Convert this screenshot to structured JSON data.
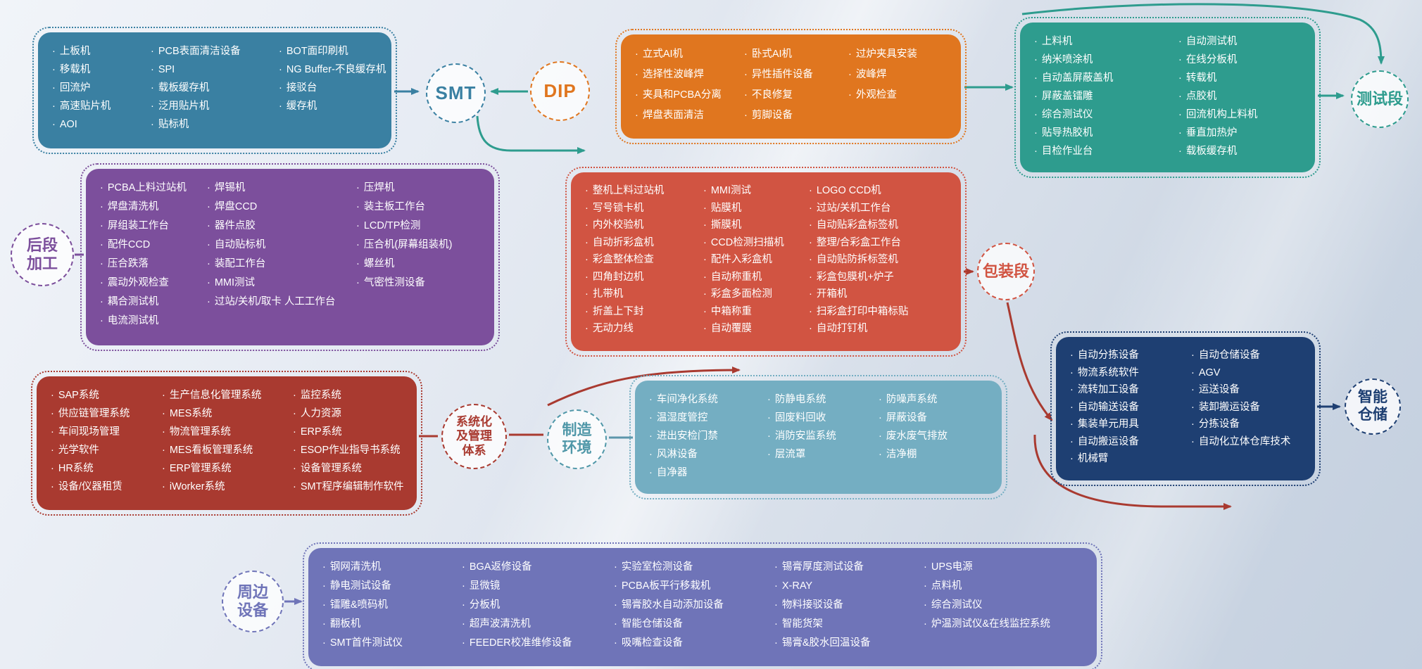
{
  "bullet": "·",
  "palette": {
    "smt": "#3a80a2",
    "dip": "#e0761f",
    "test": "#2e9c8e",
    "backend": "#7c4f9c",
    "packaging": "#d15442",
    "system": "#a93a30",
    "environment": "#74aec2",
    "warehouse": "#1e3f72",
    "peripheral": "#6f74b8"
  },
  "circles": {
    "smt": {
      "label": "SMT"
    },
    "dip": {
      "label": "DIP"
    },
    "test": {
      "label": "测试段"
    },
    "backend": {
      "label": "后段\n加工"
    },
    "packaging": {
      "label": "包装段"
    },
    "system": {
      "label": "系统化\n及管理\n体系"
    },
    "environment": {
      "label": "制造\n环境"
    },
    "warehouse": {
      "label": "智能\n仓储"
    },
    "peripheral": {
      "label": "周边\n设备"
    }
  },
  "boxes": {
    "smt": {
      "columns": [
        [
          "上板机",
          "移载机",
          "回流炉",
          "高速贴片机",
          "AOI"
        ],
        [
          "PCB表面清洁设备",
          "SPI",
          "载板缓存机",
          "泛用贴片机",
          "贴标机"
        ],
        [
          "BOT面印刷机",
          "NG Buffer-不良缓存机",
          "接驳台",
          "缓存机"
        ]
      ]
    },
    "dip": {
      "columns": [
        [
          "立式AI机",
          "选择性波峰焊",
          "夹具和PCBA分离",
          "焊盘表面清洁"
        ],
        [
          "卧式AI机",
          "异性插件设备",
          "不良修复",
          "剪脚设备"
        ],
        [
          "过炉夹具安装",
          "波峰焊",
          "外观检查"
        ]
      ]
    },
    "test": {
      "columns": [
        [
          "上料机",
          "纳米喷涂机",
          "自动盖屏蔽盖机",
          "屏蔽盖镭雕",
          "综合测试仪",
          "贴导热胶机",
          "目检作业台"
        ],
        [
          "自动测试机",
          "在线分板机",
          "转载机",
          "点胶机",
          "回流机构上料机",
          "垂直加热炉",
          "载板缓存机"
        ]
      ]
    },
    "backend": {
      "columns": [
        [
          "PCBA上料过站机",
          "焊盘清洗机",
          "屏组装工作台",
          "配件CCD",
          "压合跌落",
          "震动外观检查",
          "耦合测试机",
          "电流测试机"
        ],
        [
          "焊锡机",
          "焊盘CCD",
          "器件点胶",
          "自动贴标机",
          "装配工作台",
          "MMI测试",
          "过站/关机/取卡 人工工作台"
        ],
        [
          "压焊机",
          "装主板工作台",
          "LCD/TP检测",
          "压合机(屏幕组装机)",
          "螺丝机",
          "气密性测设备"
        ]
      ]
    },
    "packaging": {
      "columns": [
        [
          "整机上料过站机",
          "写号锁卡机",
          "内外校验机",
          "自动折彩盒机",
          "彩盒整体检查",
          "四角封边机",
          "扎带机",
          "折盖上下封",
          "无动力线"
        ],
        [
          "MMI测试",
          "贴膜机",
          "撕膜机",
          "CCD检测扫描机",
          "配件入彩盒机",
          "自动称重机",
          "彩盒多面检测",
          "中箱称重",
          "自动覆膜"
        ],
        [
          "LOGO CCD机",
          "过站/关机工作台",
          "自动贴彩盒标签机",
          "整理/合彩盒工作台",
          "自动贴防拆标签机",
          "彩盒包膜机+炉子",
          "开箱机",
          "扫彩盒打印中箱标贴",
          "自动打钉机"
        ]
      ]
    },
    "system": {
      "columns": [
        [
          "SAP系统",
          "供应链管理系统",
          "车间现场管理",
          "光学软件",
          "HR系统",
          "设备/仪器租赁"
        ],
        [
          "生产信息化管理系统",
          "MES系统",
          "物流管理系统",
          "MES看板管理系统",
          "ERP管理系统",
          "iWorker系统"
        ],
        [
          "监控系统",
          "人力资源",
          "ERP系统",
          "ESOP作业指导书系统",
          "设备管理系统",
          "SMT程序编辑制作软件"
        ]
      ]
    },
    "environment": {
      "columns": [
        [
          "车间净化系统",
          "温湿度管控",
          "进出安检门禁",
          "风淋设备",
          "自净器"
        ],
        [
          "防静电系统",
          "固废料回收",
          "消防安监系统",
          "层流罩"
        ],
        [
          "防噪声系统",
          "屏蔽设备",
          "废水废气排放",
          "洁净棚"
        ]
      ]
    },
    "warehouse": {
      "columns": [
        [
          "自动分拣设备",
          "物流系统软件",
          "流转加工设备",
          "自动输送设备",
          "集装单元用具",
          "自动搬运设备",
          "机械臂"
        ],
        [
          "自动仓储设备",
          "AGV",
          "运送设备",
          "装卸搬运设备",
          "分拣设备",
          "自动化立体仓库技术"
        ]
      ]
    },
    "peripheral": {
      "columns": [
        [
          "钢网清洗机",
          "静电测试设备",
          "镭雕&喷码机",
          "翻板机",
          "SMT首件测试仪"
        ],
        [
          "BGA返修设备",
          "显微镜",
          "分板机",
          "超声波清洗机",
          "FEEDER校准维修设备"
        ],
        [
          "实验室检测设备",
          "PCBA板平行移栽机",
          "锡膏胶水自动添加设备",
          "智能仓储设备",
          "吸嘴检查设备"
        ],
        [
          "锡膏厚度测试设备",
          "X-RAY",
          "物料接驳设备",
          "智能货架",
          "锡膏&胶水回温设备"
        ],
        [
          "UPS电源",
          "点料机",
          "综合测试仪",
          "炉温测试仪&在线监控系统"
        ]
      ]
    }
  }
}
